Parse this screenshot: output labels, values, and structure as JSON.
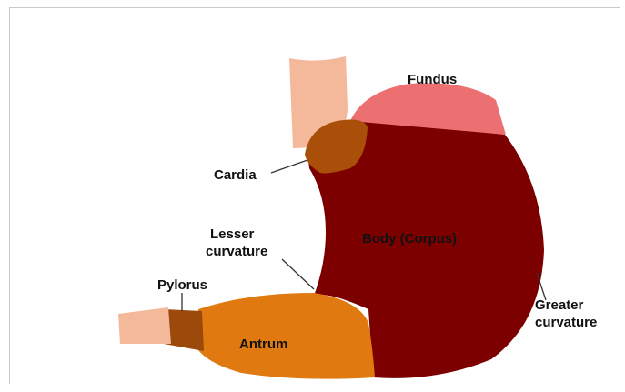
{
  "diagram": {
    "labels": {
      "fundus": "Fundus",
      "cardia": "Cardia",
      "lesser_1": "Lesser",
      "lesser_2": "curvature",
      "body": "Body (Corpus)",
      "pylorus": "Pylorus",
      "greater_1": "Greater",
      "greater_2": "curvature",
      "antrum": "Antrum"
    },
    "colors": {
      "esophagus": "#f4b89a",
      "fundus": "#ec7072",
      "cardia": "#a94f0a",
      "body": "#7c0000",
      "antrum": "#e07a10",
      "pylorus": "#9b4a0c",
      "duodenum": "#f4b89a",
      "leader_line": "#333333"
    }
  }
}
